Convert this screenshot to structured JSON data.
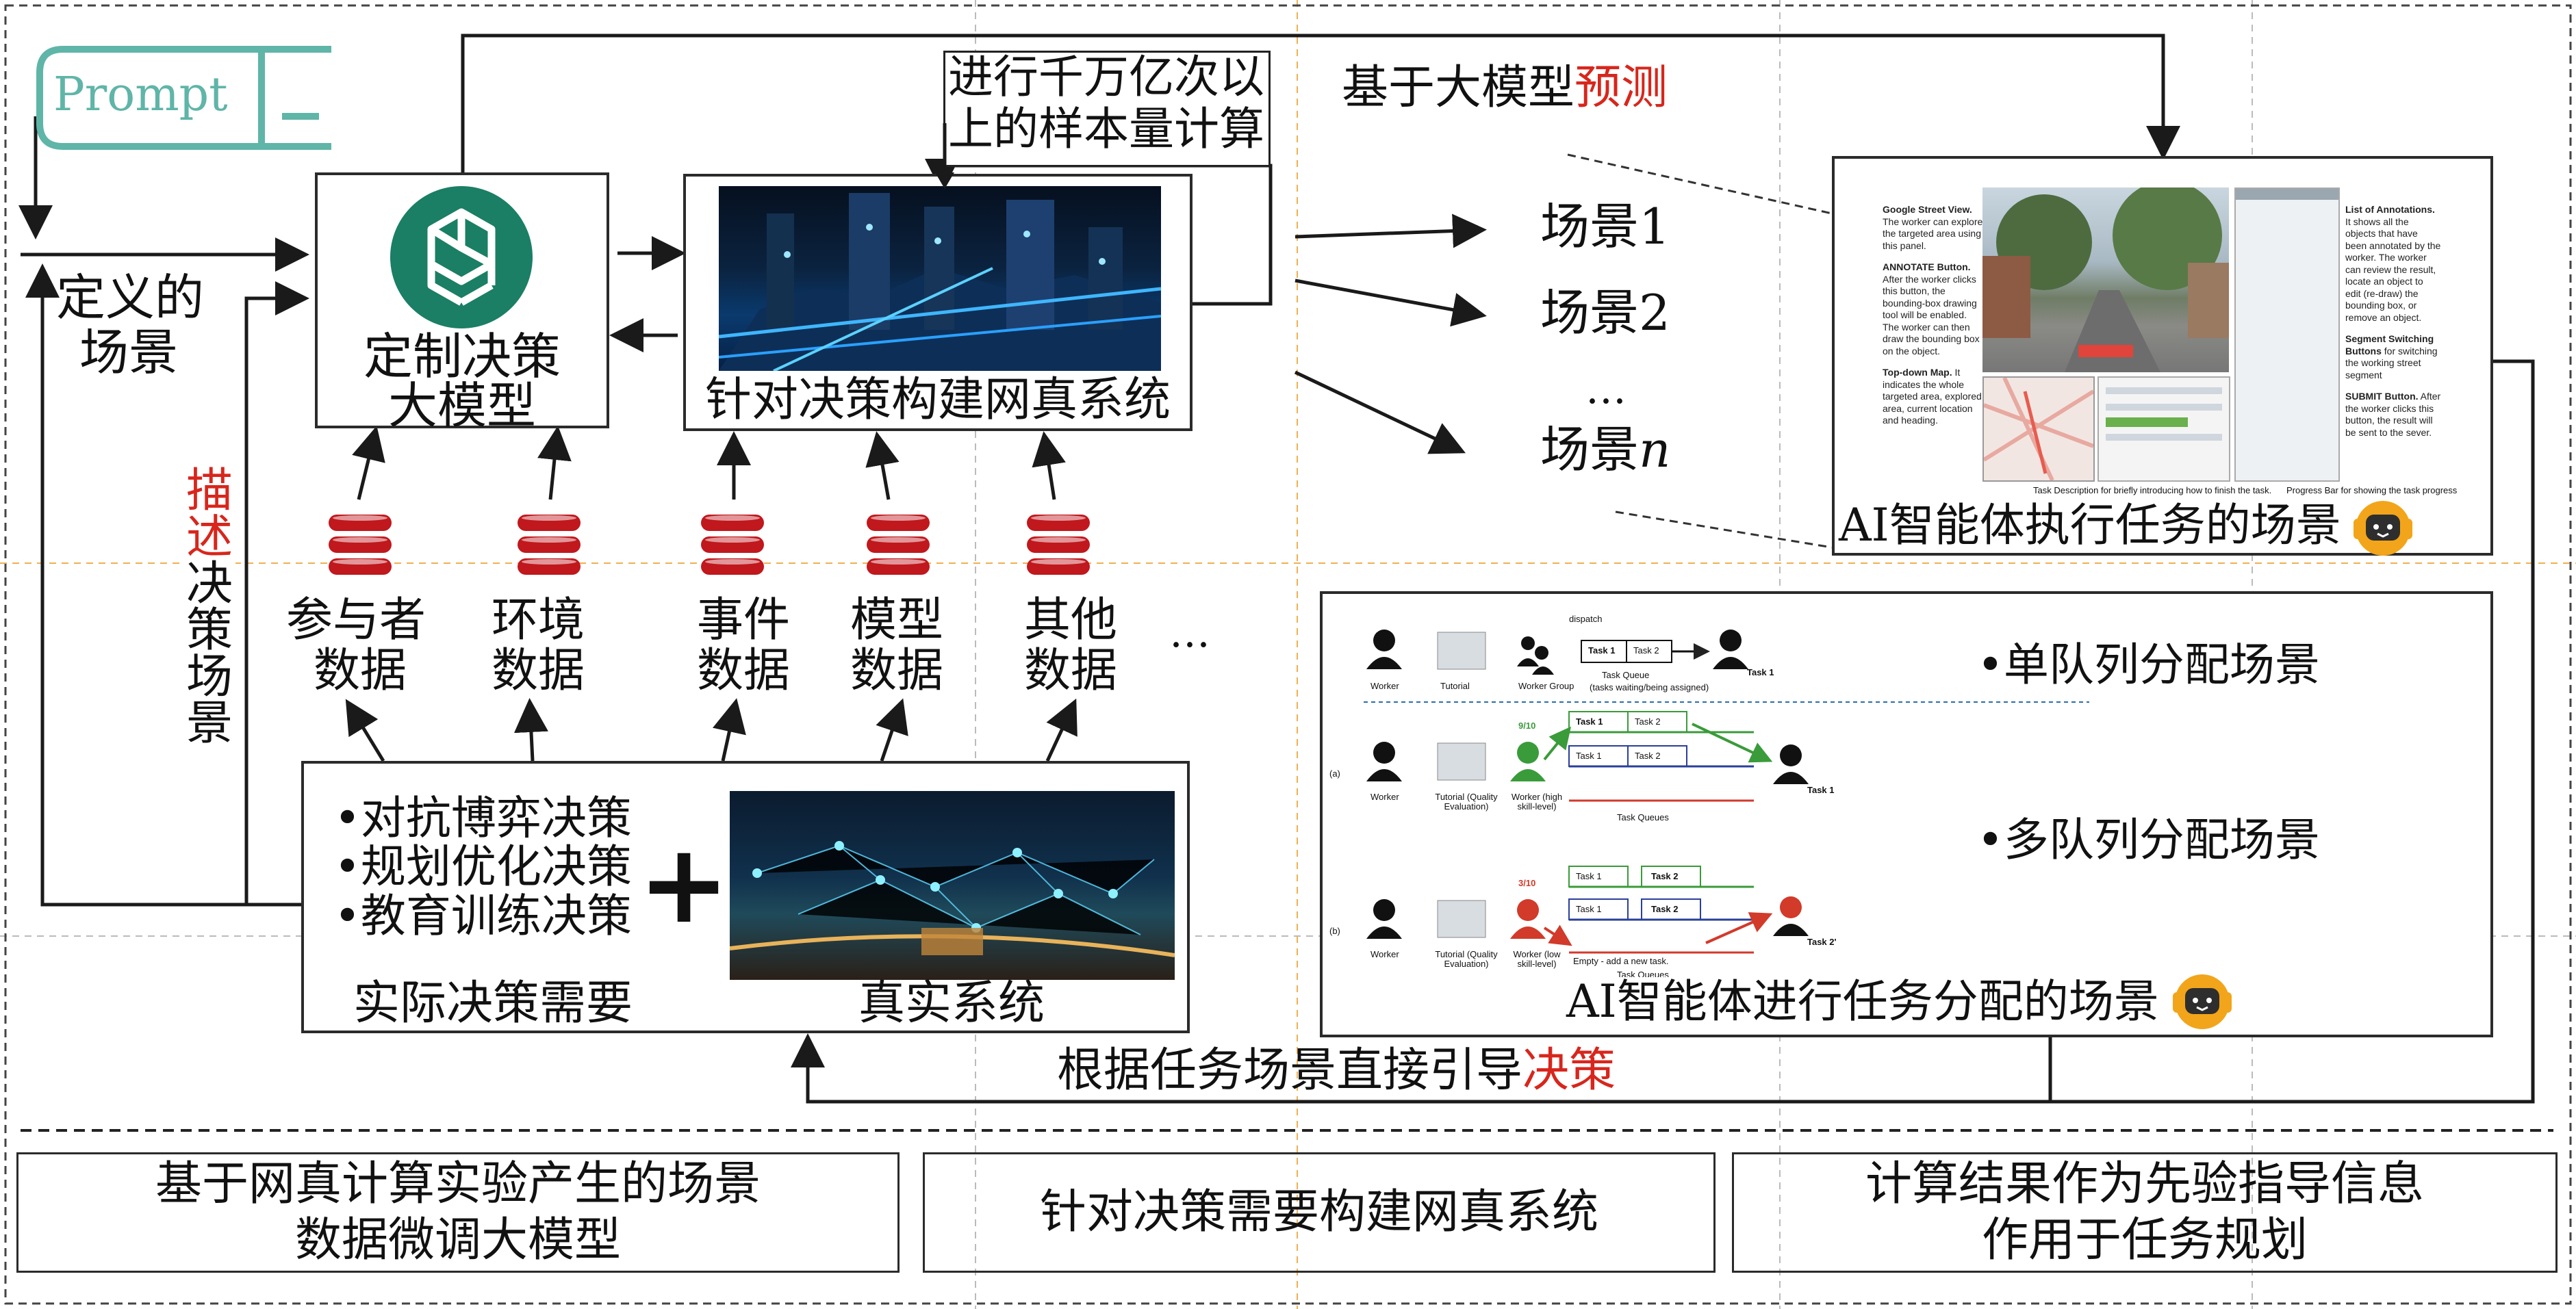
{
  "prompt_label": "Prompt",
  "defined_scene": [
    "定义的",
    "场景"
  ],
  "describe_scene": {
    "red_part": [
      "描",
      "述"
    ],
    "black_part": [
      "决",
      "策",
      "场",
      "景"
    ]
  },
  "llm_box": {
    "line1": "定制决策",
    "line2": "大模型"
  },
  "sim_box": {
    "caption": "针对决策构建网真系统"
  },
  "compute_note": [
    "进行千万亿次以",
    "上的样本量计算"
  ],
  "predict_label": {
    "black": "基于大模型",
    "red": "预测"
  },
  "scenes": [
    "场景1",
    "场景2",
    "…",
    "场景"
  ],
  "scene_n_italic": "n",
  "data_sources": [
    {
      "line1": "参与者",
      "line2": "数据"
    },
    {
      "line1": "环境",
      "line2": "数据"
    },
    {
      "line1": "事件",
      "line2": "数据"
    },
    {
      "line1": "模型",
      "line2": "数据"
    },
    {
      "line1": "其他",
      "line2": "数据"
    }
  ],
  "data_more": "…",
  "decision_types": [
    "•对抗博弈决策",
    "•规划优化决策",
    "•教育训练决策"
  ],
  "plus_sign": "+",
  "real_needs_caption": "实际决策需要",
  "real_system_caption": "真实系统",
  "ai_exec_caption": "AI智能体执行任务的场景",
  "ai_alloc_caption": "AI智能体进行任务分配的场景",
  "single_queue": "•单队列分配场景",
  "multi_queue": "•多队列分配场景",
  "guide_label": {
    "black": "根据任务场景直接引导",
    "red": "决策"
  },
  "bottom_boxes": [
    {
      "line1": "基于网真计算实验产生的场景",
      "line2": "数据微调大模型"
    },
    {
      "line1": "针对决策需要构建网真系统",
      "line2": ""
    },
    {
      "line1": "计算结果作为先验指导信息",
      "line2": "作用于任务规划"
    }
  ],
  "streetview_panel": {
    "left_notes": [
      {
        "title": "Google Street View.",
        "body": "The worker can explore the targeted area using this panel."
      },
      {
        "title": "ANNOTATE Button.",
        "body": "After the worker clicks this button, the bounding-box drawing tool will be enabled. The worker can then draw the bounding box on the object."
      },
      {
        "title": "Top-down Map.",
        "body": "It indicates the whole targeted area, explored area, current location and heading."
      }
    ],
    "right_notes": [
      {
        "title": "List of Annotations.",
        "body": "It shows all the objects that have been annotated by the worker. The worker can review the result, locate an object to edit (re-draw) the bounding box, or remove an object."
      },
      {
        "title": "Segment Switching Buttons",
        "body": "for switching the working street segment"
      },
      {
        "title": "SUBMIT Button.",
        "body": "After the worker clicks this button, the result will be sent to the sever."
      }
    ],
    "footer_left": "Task Description for briefly introducing how to finish the task.",
    "footer_right": "Progress Bar for showing the task progress"
  },
  "queue_panel": {
    "worker": "Worker",
    "tutorial": "Tutorial",
    "tutorial_qe": "Tutorial (Quality Evaluation)",
    "worker_group": "Worker Group",
    "worker_high": "Worker (high skill-level)",
    "worker_low": "Worker (low skill-level)",
    "task1": "Task 1",
    "task2": "Task 2",
    "task2p": "Task 2'",
    "task_queue": "Task Queue",
    "task_queue_note": "(tasks waiting/being assigned)",
    "task_queues": "Task Queues",
    "label_a": "(a)",
    "label_b": "(b)",
    "score_high": "9/10",
    "score_low": "3/10",
    "empty_note": "Empty - add a new task.",
    "dispatch": "dispatch"
  },
  "colors": {
    "teal": "#5fb5a8",
    "red": "#d8261c",
    "db_red": "#c0181d",
    "line": "#1a1a1a",
    "grid_orange": "#f0b050"
  }
}
